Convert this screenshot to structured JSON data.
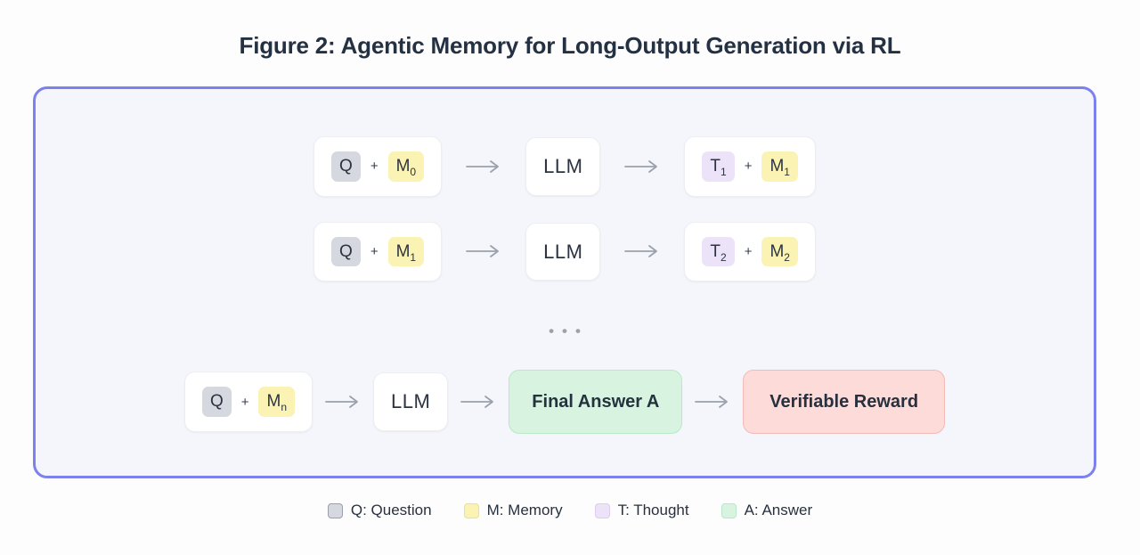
{
  "title": "Figure 2: Agentic Memory for Long-Output Generation via RL",
  "glyphs": {
    "plus": "+",
    "dots": "•••"
  },
  "diagram": {
    "row1": {
      "q": "Q",
      "m_in": "M",
      "m_in_sub": "0",
      "llm": "LLM",
      "t_out": "T",
      "t_out_sub": "1",
      "m_out": "M",
      "m_out_sub": "1"
    },
    "row2": {
      "q": "Q",
      "m_in": "M",
      "m_in_sub": "1",
      "llm": "LLM",
      "t_out": "T",
      "t_out_sub": "2",
      "m_out": "M",
      "m_out_sub": "2"
    },
    "row3": {
      "q": "Q",
      "m_in": "M",
      "m_in_sub": "n",
      "llm": "LLM",
      "final_answer": "Final Answer A",
      "reward": "Verifiable Reward"
    }
  },
  "legend": {
    "items": [
      {
        "label": "Q: Question",
        "fill": "#d5d8df",
        "border": "#99a0ac"
      },
      {
        "label": "M: Memory",
        "fill": "#faf3b4",
        "border": "#ecdf8e"
      },
      {
        "label": "T: Thought",
        "fill": "#ece3f8",
        "border": "#ddccf0"
      },
      {
        "label": "A: Answer",
        "fill": "#d8f4e1",
        "border": "#b7e8c8"
      }
    ]
  },
  "colors": {
    "frame_border": "#7b82ef",
    "frame_bg": "#f5f6fb",
    "question_chip": "#d5d8df",
    "memory_chip": "#faf3b4",
    "thought_chip": "#ece3f8",
    "answer_box_bg": "#d8f4e1",
    "answer_box_border": "#b7e8c8",
    "reward_box_bg": "#fcdbd8",
    "reward_box_border": "#f4bab5",
    "arrow": "#9aa1ac",
    "title_text": "#243142"
  }
}
